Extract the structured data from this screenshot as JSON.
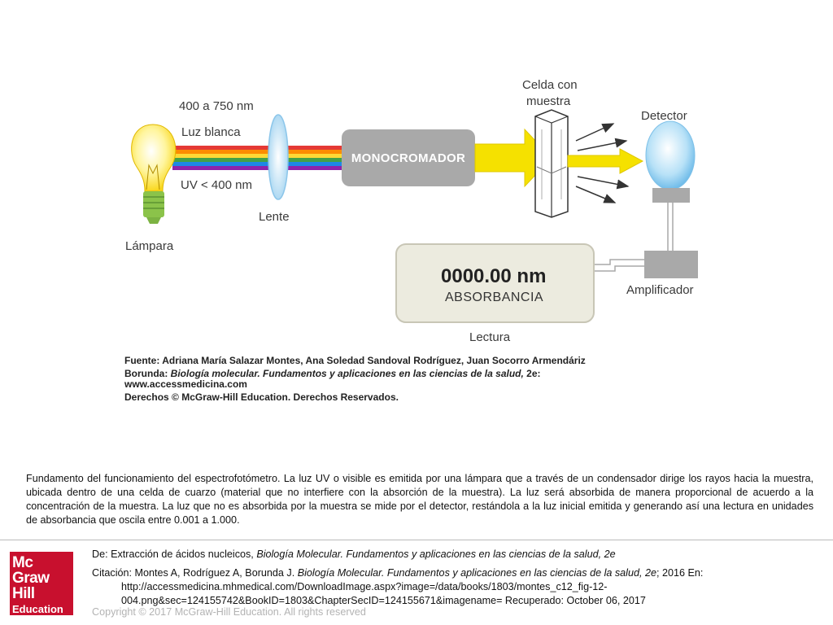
{
  "diagram": {
    "range_label": "400 a 750 nm",
    "white_light_label": "Luz blanca",
    "uv_label": "UV < 400 nm",
    "lamp_label": "Lámpara",
    "lens_label": "Lente",
    "monochromator_label": "MONOCROMADOR",
    "cell_label_line1": "Celda con",
    "cell_label_line2": "muestra",
    "detector_label": "Detector",
    "reading_value": "0000.00 nm",
    "reading_unit": "ABSORBANCIA",
    "reading_label": "Lectura",
    "amplifier_label": "Amplificador",
    "source_line1": "Fuente: Adriana María Salazar Montes, Ana Soledad Sandoval Rodríguez, Juan Socorro Armendáriz",
    "source_line2_prefix": "Borunda: ",
    "source_line2_italic": "Biología molecular. Fundamentos y aplicaciones en las ciencias de la salud,",
    "source_line2_suffix": " 2e:",
    "source_line3": "www.accessmedicina.com",
    "source_line4": "Derechos © McGraw-Hill Education. Derechos Reservados.",
    "colors": {
      "beam": [
        "#e53935",
        "#fb8c00",
        "#fdd835",
        "#43a047",
        "#1e88e5",
        "#8e24aa"
      ],
      "monochromator": "#a9a9a9",
      "arrow": "#f5e100",
      "detector": "#a8d8f5",
      "panel": "#ecebdf"
    }
  },
  "caption": "Fundamento del funcionamiento del espectrofotómetro. La luz UV o visible es emitida por una lámpara que a través de un condensador dirige los rayos hacia la muestra, ubicada dentro de una celda de cuarzo (material que no interfiere con la absorción de la muestra). La luz será absorbida de manera proporcional de acuerdo a la concentración de la muestra. La luz que no es absorbida por la muestra se mide por el detector, restándola a la luz inicial emitida y generando así una lectura en unidades de absorbancia que oscila entre 0.001 a 1.000.",
  "footer": {
    "from_prefix": "De: Extracción de ácidos nucleicos, ",
    "from_italic": "Biología Molecular. Fundamentos y aplicaciones en las ciencias de la salud, 2e",
    "citation_prefix": "Citación: Montes A, Rodríguez A, Borunda J. ",
    "citation_italic": "Biología Molecular. Fundamentos y aplicaciones en las ciencias de la salud, 2e",
    "citation_suffix": "; 2016 En: http://accessmedicina.mhmedical.com/DownloadImage.aspx?image=/data/books/1803/montes_c12_fig-12-004.png&sec=124155742&BookID=1803&ChapterSecID=124155671&imagename= Recuperado: October 06, 2017",
    "copyright": "Copyright © 2017 McGraw-Hill Education. All rights reserved"
  },
  "logo": {
    "line1": "Mc",
    "line2": "Graw",
    "line3": "Hill",
    "line4": "Education",
    "color": "#c8102e"
  }
}
